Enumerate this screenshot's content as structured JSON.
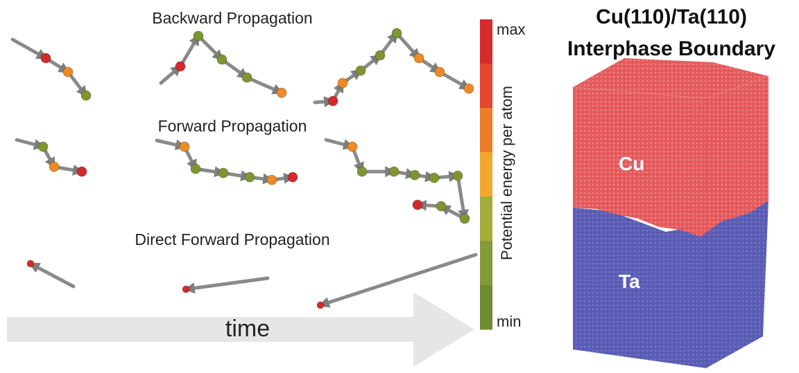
{
  "rows": [
    {
      "title": "Backward Propagation",
      "colors": {
        "red": "#d42a2a",
        "orange": "#ee8a25",
        "green": "#7d9632"
      }
    },
    {
      "title": "Forward Propagation"
    },
    {
      "title": "Direct Forward Propagation"
    }
  ],
  "time_label": "time",
  "colorbar": {
    "axis_label": "Potential energy per atom",
    "max_label": "max",
    "min_label": "min",
    "colors": [
      "#d42a2a",
      "#e5452d",
      "#ed7e26",
      "#f2a830",
      "#a4ac3a",
      "#849938",
      "#6f8c33"
    ]
  },
  "interface": {
    "title_line1": "Cu(110)/Ta(110)",
    "title_line2": "Interphase Boundary",
    "top_label": "Cu",
    "bottom_label": "Ta",
    "top_color": "#e45a5c",
    "bottom_color": "#5a5cb4"
  }
}
